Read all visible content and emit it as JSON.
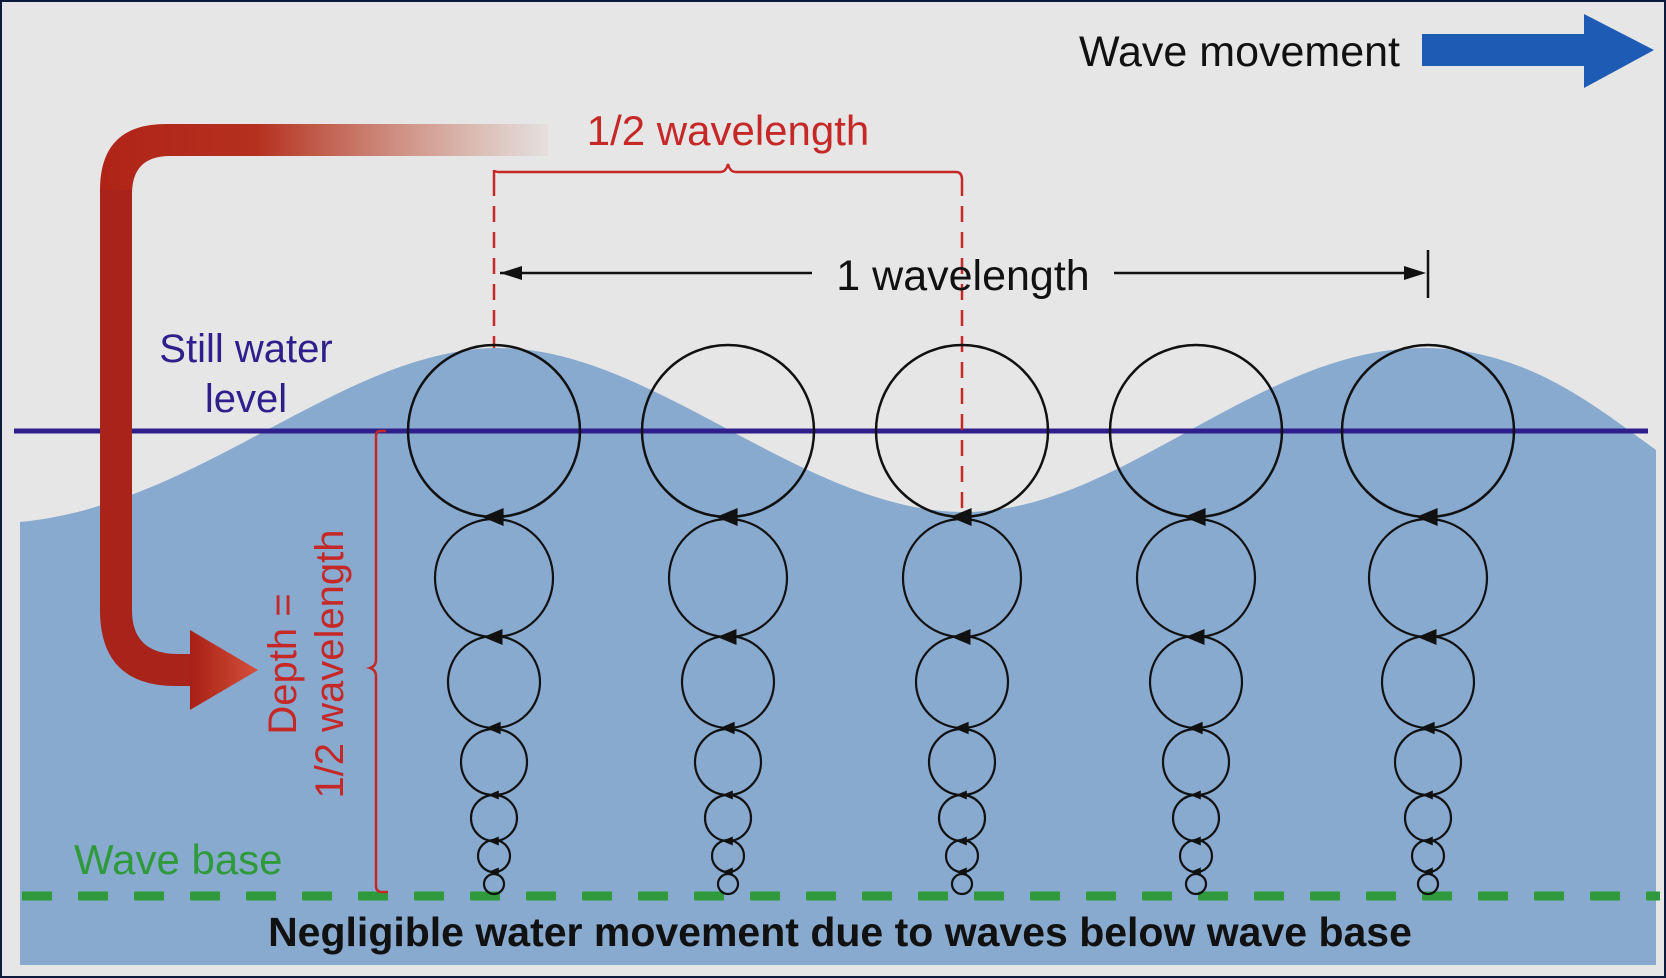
{
  "labels": {
    "wave_movement": "Wave movement",
    "half_wavelength": "1/2 wavelength",
    "one_wavelength": "1 wavelength",
    "still_water_line1": "Still water",
    "still_water_line2": "level",
    "depth_line1": "Depth =",
    "depth_line2": "1/2 wavelength",
    "wave_base": "Wave base",
    "negligible": "Negligible water movement due to waves below wave base"
  },
  "colors": {
    "background": "#e6e6e6",
    "frame": "#0d1a3d",
    "water": "#88aacf",
    "still_water_line": "#2e1f8c",
    "wave_base_line": "#2e9a3c",
    "half_wavelength_red": "#c62828",
    "arrow_blue": "#1e5bb5",
    "orbit_black": "#111111"
  },
  "orbit_columns": 5
}
